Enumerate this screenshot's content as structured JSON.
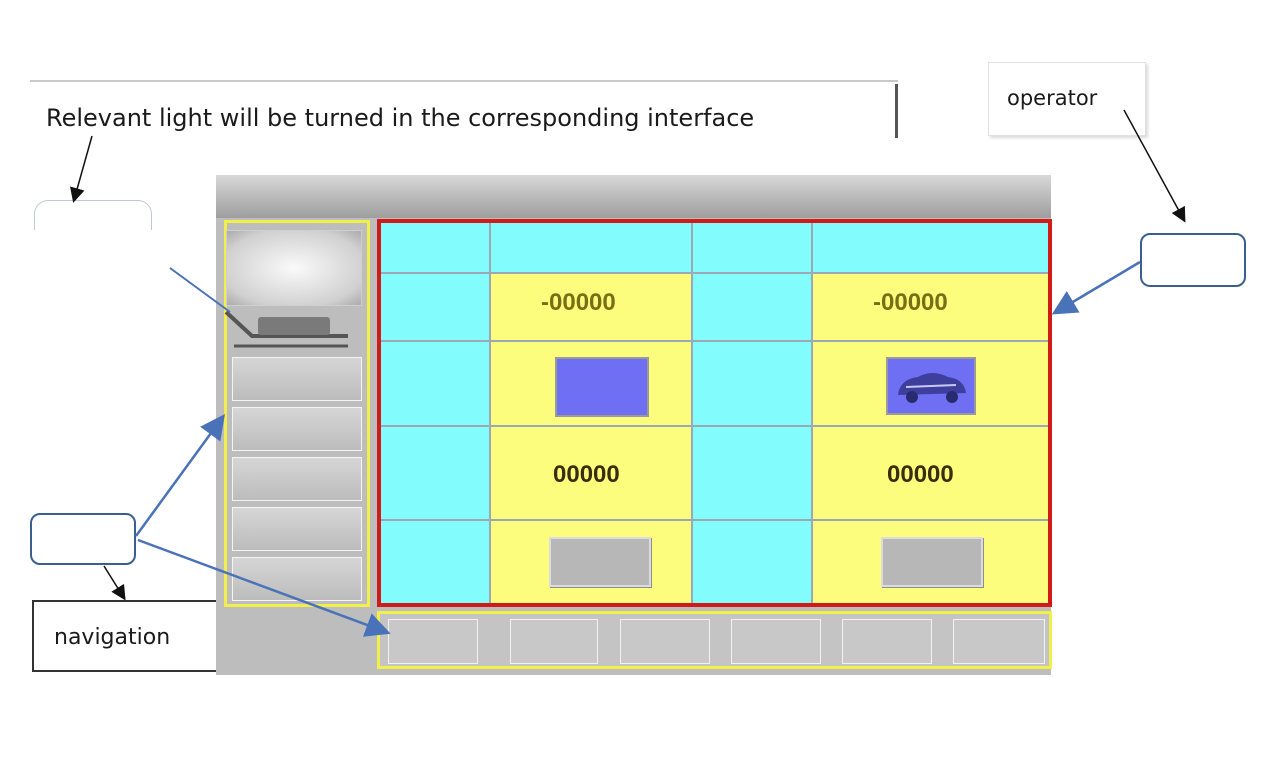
{
  "caption": {
    "text": "Relevant light will be turned in the corresponding interface"
  },
  "callouts": {
    "operator": "operator",
    "navigation": "navigation"
  },
  "readouts": {
    "left_top": "-00000",
    "right_top": "-00000",
    "left_bottom": "00000",
    "right_bottom": "00000"
  },
  "colors": {
    "highlight_yellow": "#f2ee4a",
    "main_border_red": "#d11a1a",
    "cell_cyan": "#82fcfc",
    "cell_yellow": "#fdfd7d",
    "button_blue": "#6f6ff3",
    "arrow_blue": "#4a72b8"
  },
  "icons": {
    "nav_logo": "laptop-icon",
    "right_blue_button": "car-icon"
  }
}
